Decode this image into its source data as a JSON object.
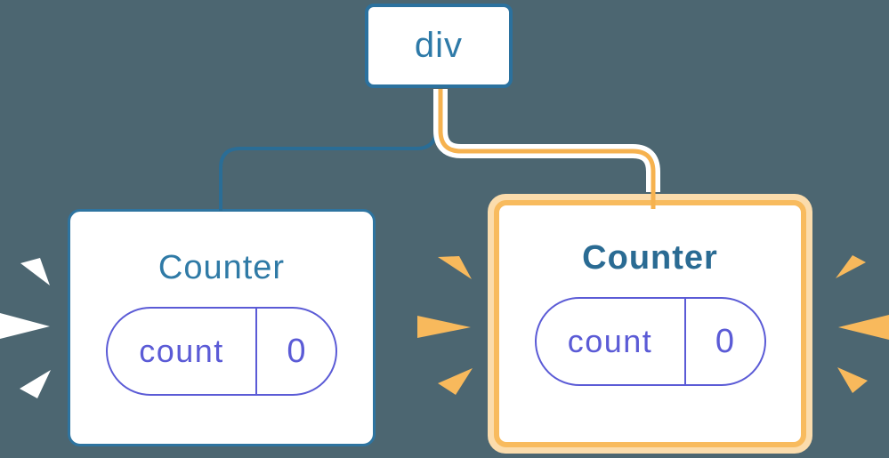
{
  "diagram": {
    "description": "React component tree re-render diagram",
    "root": {
      "label": "div"
    },
    "children": [
      {
        "label": "Counter",
        "highlighted": false,
        "state": {
          "key": "count",
          "value": "0"
        }
      },
      {
        "label": "Counter",
        "highlighted": true,
        "state": {
          "key": "count",
          "value": "0"
        }
      }
    ],
    "colors": {
      "background": "#4C6671",
      "node_border_blue": "#2B719E",
      "edge_blue": "#2A6D96",
      "title_blue": "#2F7AA6",
      "title_blue_bold": "#2A6B93",
      "pill_indigo": "#5B5BD6",
      "highlight_ring_light": "#FBDCAC",
      "highlight_ring_dark": "#F8BB5E",
      "edge_orange_core": "#F6B24F",
      "edge_casing": "#FFFFFF",
      "burst_white": "#FFFFFF",
      "burst_orange": "#F8B95C"
    }
  }
}
